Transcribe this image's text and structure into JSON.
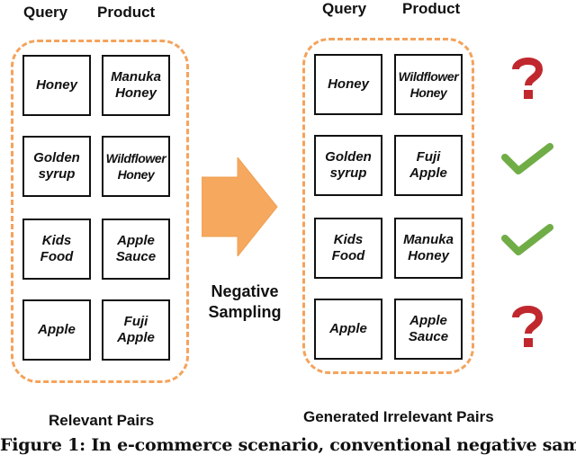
{
  "left": {
    "header_query": "Query",
    "header_product": "Product",
    "caption": "Relevant Pairs",
    "pairs": [
      {
        "query": "Honey",
        "product": "Manuka\nHoney"
      },
      {
        "query": "Golden\nsyrup",
        "product": "Wildflower\nHoney"
      },
      {
        "query": "Kids\nFood",
        "product": "Apple\nSauce"
      },
      {
        "query": "Apple",
        "product": "Fuji\nApple"
      }
    ]
  },
  "middle": {
    "label": "Negative\nSampling"
  },
  "right": {
    "header_query": "Query",
    "header_product": "Product",
    "caption": "Generated Irrelevant Pairs",
    "pairs": [
      {
        "query": "Honey",
        "product": "Wildflower\nHoney",
        "mark": "question-mark-icon"
      },
      {
        "query": "Golden\nsyrup",
        "product": "Fuji\nApple",
        "mark": "check-mark-icon"
      },
      {
        "query": "Kids\nFood",
        "product": "Manuka\nHoney",
        "mark": "check-mark-icon"
      },
      {
        "query": "Apple",
        "product": "Apple\nSauce",
        "mark": "question-mark-icon"
      }
    ]
  },
  "figure_caption": "Figure 1: In e-commerce scenario, conventional negative sam-",
  "colors": {
    "dash_border": "#f4a35c",
    "arrow": "#f5a85e",
    "check": "#70ad47",
    "question": "#c0282d"
  }
}
